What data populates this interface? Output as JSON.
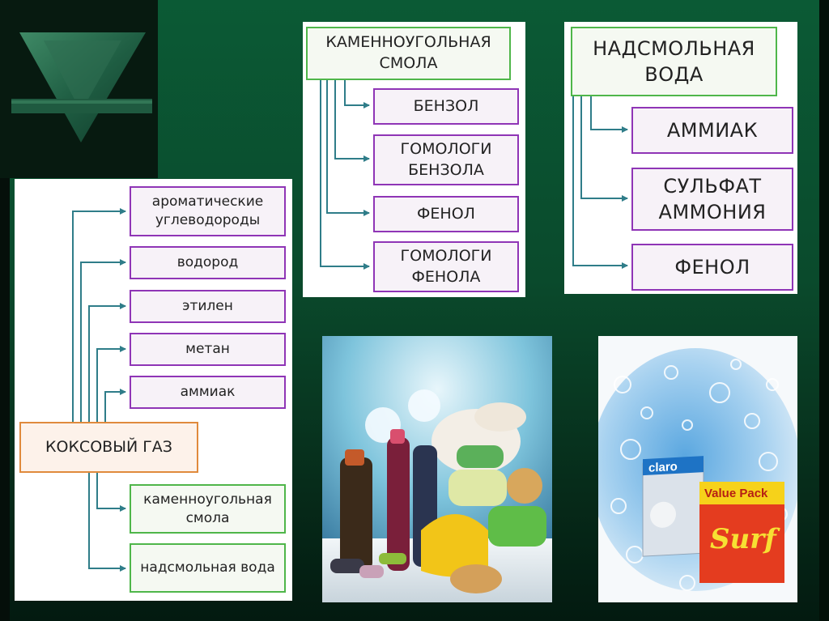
{
  "colors": {
    "background": "#0a4a2c",
    "box_border_purple": "#8f35b6",
    "box_border_green": "#4fb64a",
    "box_border_orange": "#e08a3c",
    "arrow": "#2f7d89"
  },
  "logo": {
    "icon": "emerald-triangle-icon"
  },
  "coke_gas": {
    "source_label": "КОКСОВЫЙ ГАЗ",
    "upper_items": [
      "ароматические углеводороды",
      "водород",
      "этилен",
      "метан",
      "аммиак"
    ],
    "lower_items": [
      "каменноугольная смола",
      "надсмольная вода"
    ]
  },
  "coal_tar": {
    "title": "КАМЕННОУГОЛЬНАЯ СМОЛА",
    "items": [
      "БЕНЗОЛ",
      "ГОМОЛОГИ БЕНЗОЛА",
      "ФЕНОЛ",
      "ГОМОЛОГИ ФЕНОЛА"
    ]
  },
  "tar_water": {
    "title": "НАДСМОЛЬНАЯ ВОДА",
    "items": [
      "АММИАК",
      "СУЛЬФАТ АММОНИЯ",
      "ФЕНОЛ"
    ]
  },
  "photos": {
    "products_photo": {
      "icon": "household-chemicals-photo"
    },
    "detergents_photo": {
      "icon": "detergent-packages-photo",
      "labels": [
        "claro",
        "Value Pack",
        "Surf"
      ]
    }
  }
}
